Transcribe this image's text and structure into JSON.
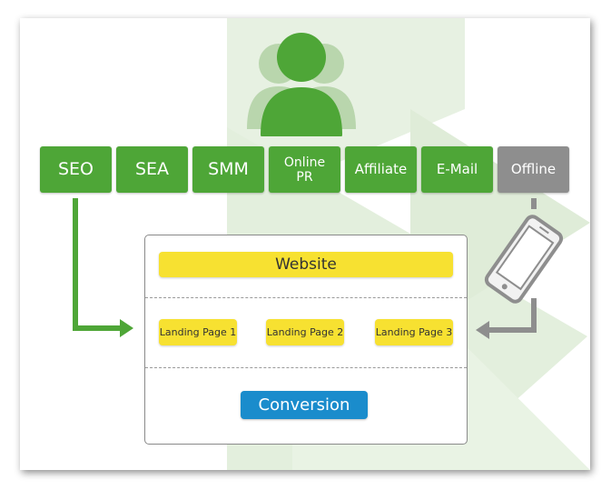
{
  "channels": [
    {
      "label": "SEO"
    },
    {
      "label": "SEA"
    },
    {
      "label": "SMM"
    },
    {
      "label": "Online PR"
    },
    {
      "label": "Affiliate"
    },
    {
      "label": "E-Mail"
    },
    {
      "label": "Offline"
    }
  ],
  "funnel": {
    "website": "Website",
    "landing_pages": [
      "Landing Page 1",
      "Landing Page 2",
      "Landing Page 3"
    ],
    "conversion": "Conversion"
  },
  "icons": {
    "users": "users-group-icon",
    "phone": "mobile-phone-icon"
  },
  "colors": {
    "online_channel": "#4ea637",
    "offline_channel": "#8e8e8e",
    "highlight": "#f7e131",
    "conversion": "#1a8ccc",
    "background_triangles": "#e2efdc"
  }
}
